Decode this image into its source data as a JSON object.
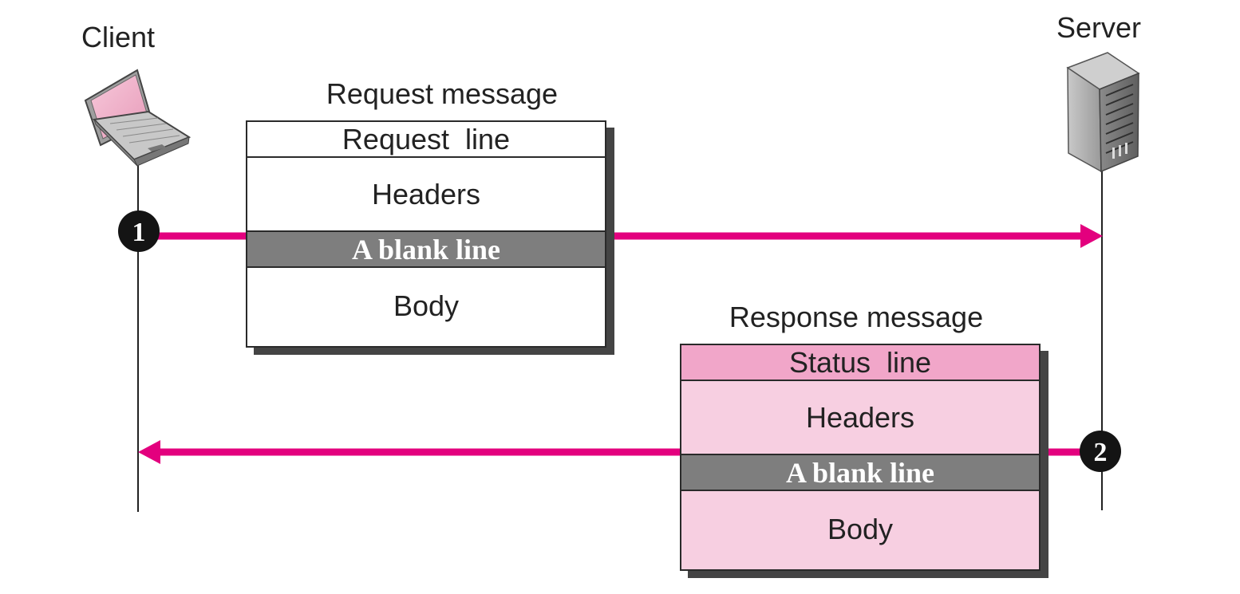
{
  "client": {
    "label": "Client",
    "icon": "laptop-icon"
  },
  "server": {
    "label": "Server",
    "icon": "server-tower-icon"
  },
  "request": {
    "title": "Request message",
    "rows": [
      "Request  line",
      "Headers",
      "A blank line",
      "Body"
    ]
  },
  "response": {
    "title": "Response message",
    "rows": [
      "Status  line",
      "Headers",
      "A blank line",
      "Body"
    ]
  },
  "steps": {
    "one": "1",
    "two": "2"
  },
  "colors": {
    "arrow": "#e3007e",
    "response_fill": "#f7cfe1",
    "status_fill": "#f1a6c9",
    "blank_fill": "#7e7e7e"
  }
}
